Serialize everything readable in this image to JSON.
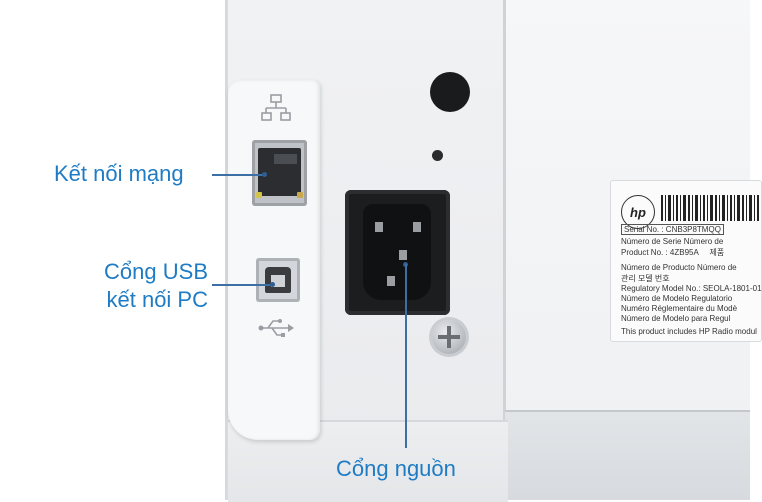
{
  "callouts": {
    "network": "Kết nối mạng",
    "usb_line1": "Cổng USB",
    "usb_line2": "kết nối PC",
    "power": "Cổng nguồn"
  },
  "label": {
    "brand": "hp",
    "serial_label": "Serial No.",
    "serial_value": "CNB3P8TMQQ",
    "numero_serie": "Número de Serie   Número de",
    "product_label": "Product No.",
    "product_value": "4ZB95A",
    "product_suffix": "제품",
    "numero_producto": "Número de Producto   Número de",
    "korean_reg": "관리 모델 번호",
    "regulatory": "Regulatory Model No.: SEOLA-1801-01",
    "reg_es": "Número de Modelo Regulatorio",
    "reg_fr": "Numéro Réglementaire du Modè",
    "reg_pt": "Número de Modelo para Regul",
    "radio": "This product includes HP Radio modul"
  },
  "colors": {
    "callout_text": "#1f7cc4",
    "leader_line": "#3c6fa3",
    "printer_body": "#eef0f2"
  },
  "icons": {
    "network_port": "network-icon",
    "usb_port": "usb-icon"
  }
}
